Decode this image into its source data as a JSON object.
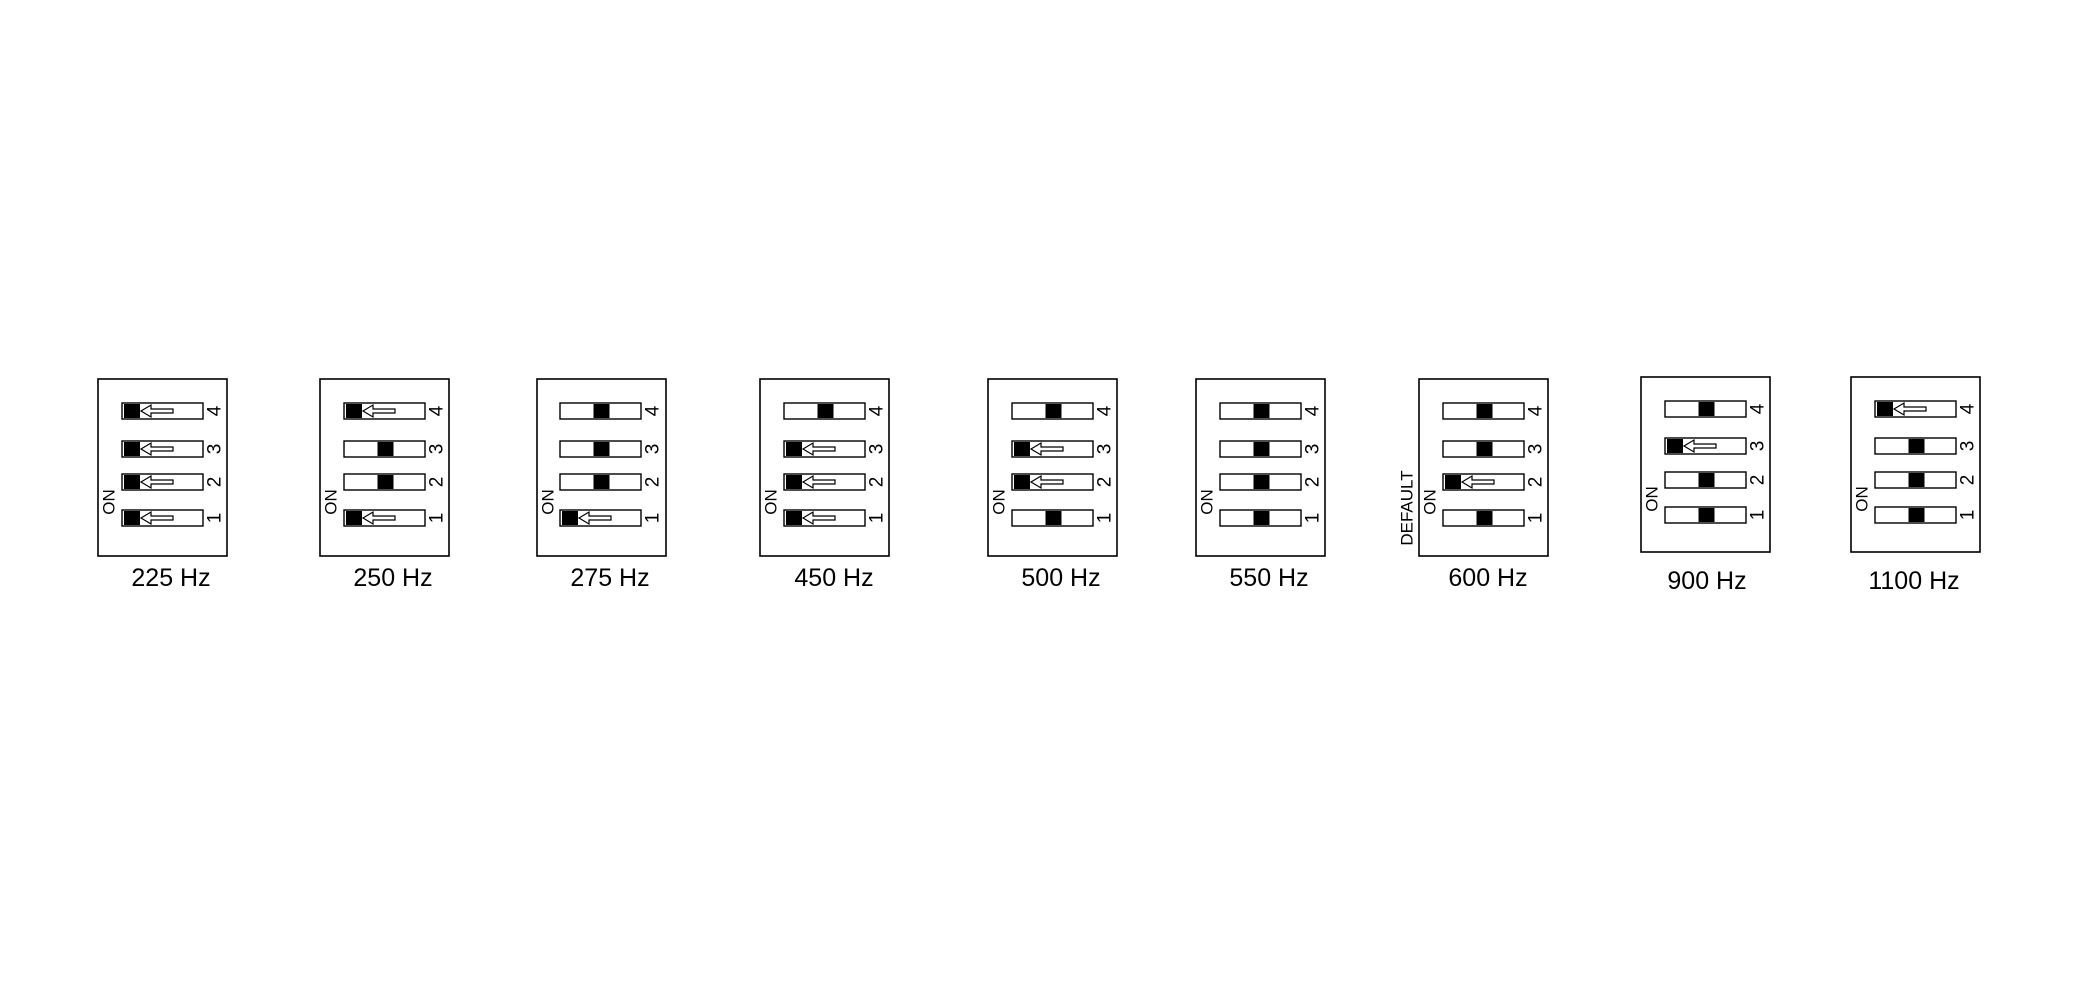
{
  "colors": {
    "stroke": "#000000",
    "fill": "#ffffff",
    "knob": "#000000"
  },
  "legend_on": "ON",
  "default_label": "DEFAULT",
  "switch_numbers": [
    "1",
    "2",
    "3",
    "4"
  ],
  "settings": [
    {
      "frequency": "225 Hz",
      "switches": {
        "1": "on",
        "2": "on",
        "3": "on",
        "4": "on"
      },
      "default": false
    },
    {
      "frequency": "250 Hz",
      "switches": {
        "1": "on",
        "2": "off",
        "3": "off",
        "4": "on"
      },
      "default": false
    },
    {
      "frequency": "275 Hz",
      "switches": {
        "1": "on",
        "2": "off",
        "3": "off",
        "4": "off"
      },
      "default": false
    },
    {
      "frequency": "450 Hz",
      "switches": {
        "1": "on",
        "2": "on",
        "3": "on",
        "4": "off"
      },
      "default": false
    },
    {
      "frequency": "500 Hz",
      "switches": {
        "1": "off",
        "2": "on",
        "3": "on",
        "4": "off"
      },
      "default": false
    },
    {
      "frequency": "550 Hz",
      "switches": {
        "1": "off",
        "2": "off",
        "3": "off",
        "4": "off"
      },
      "default": false
    },
    {
      "frequency": "600 Hz",
      "switches": {
        "1": "off",
        "2": "on",
        "3": "off",
        "4": "off"
      },
      "default": true
    },
    {
      "frequency": "900 Hz",
      "switches": {
        "1": "off",
        "2": "off",
        "3": "on",
        "4": "off"
      },
      "default": false
    },
    {
      "frequency": "1100 Hz",
      "switches": {
        "1": "off",
        "2": "off",
        "3": "off",
        "4": "on"
      },
      "default": false
    }
  ]
}
